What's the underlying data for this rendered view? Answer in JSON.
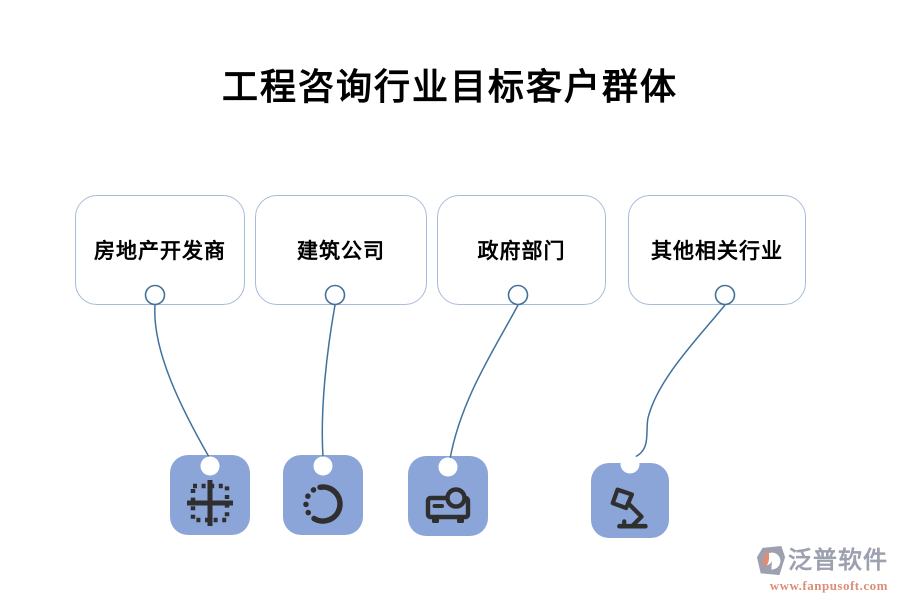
{
  "title": "工程咨询行业目标客户群体",
  "groups": [
    {
      "label": "房地产开发商",
      "icon": "grid-borders-icon"
    },
    {
      "label": "建筑公司",
      "icon": "dashed-circle-icon"
    },
    {
      "label": "政府部门",
      "icon": "projector-icon"
    },
    {
      "label": "其他相关行业",
      "icon": "desk-lamp-icon"
    }
  ],
  "watermark": {
    "brand": "泛普软件",
    "url": "www.fanpusoft.com"
  },
  "colors": {
    "box_border": "#A7BCD9",
    "connector": "#41719C",
    "tile_fill": "#8CA5D8",
    "icon_glyph": "#2F2F2F",
    "title_text": "#000000",
    "brand_gray": "#9DA0AF",
    "brand_orange": "#DD8E76"
  }
}
